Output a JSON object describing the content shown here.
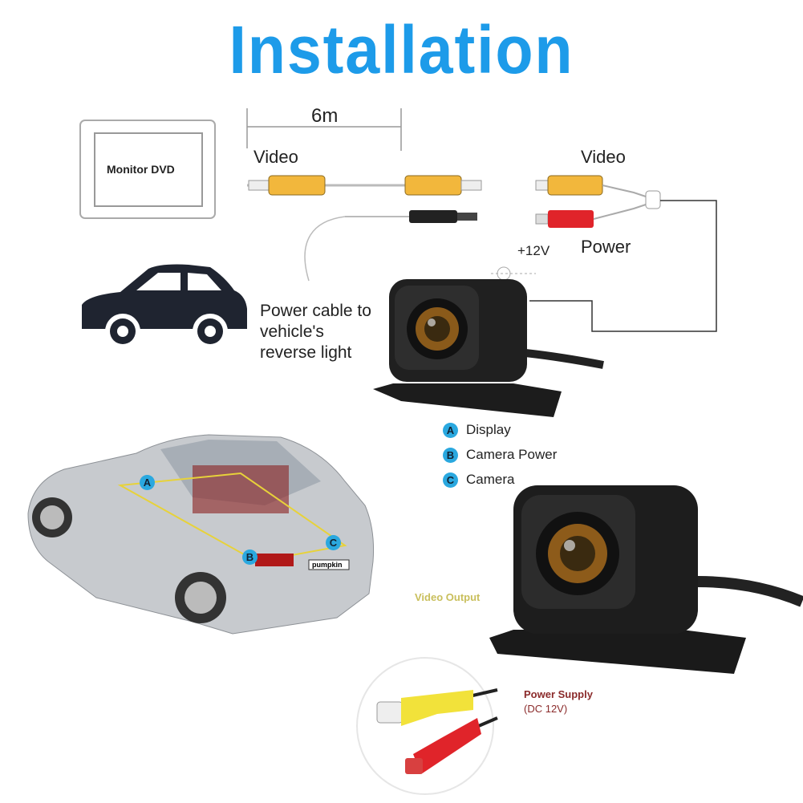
{
  "title": "Installation",
  "diagram": {
    "monitor_label": "Monitor DVD",
    "cable_length": "6m",
    "video_label_left": "Video",
    "video_label_right": "Video",
    "power_label": "Power",
    "voltage_label": "+12V",
    "power_cable_note": [
      "Power cable to",
      "vehicle's",
      "reverse light"
    ]
  },
  "legend": [
    {
      "badge": "A",
      "label": "Display"
    },
    {
      "badge": "B",
      "label": "Camera Power"
    },
    {
      "badge": "C",
      "label": "Camera"
    }
  ],
  "car_photo": {
    "markers": [
      "A",
      "B",
      "C"
    ],
    "plate": "pumpkin"
  },
  "detail": {
    "video_output": "Video Output",
    "power_supply": "Power Supply",
    "power_supply_spec": "(DC 12V)"
  },
  "colors": {
    "title": "#1d9be9",
    "badge": "#2aa8df",
    "video_output": "#c9bf5c",
    "power_supply": "#8b2b2b",
    "rca_yellow": "#f2b73c",
    "rca_red": "#e0242a"
  }
}
